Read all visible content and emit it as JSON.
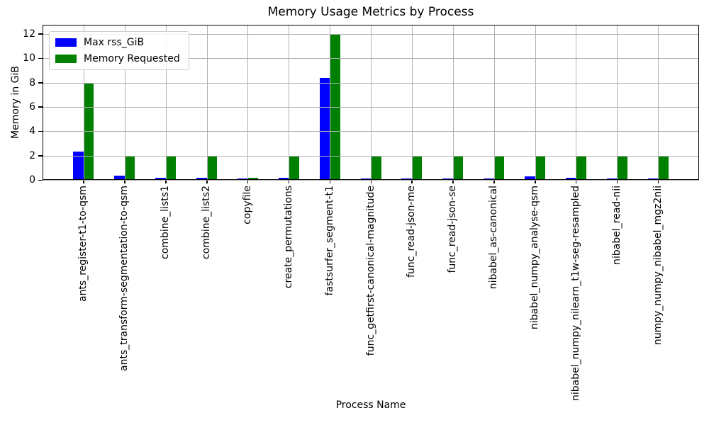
{
  "chart_data": {
    "type": "bar",
    "title": "Memory Usage Metrics by Process",
    "xlabel": "Process Name",
    "ylabel": "Memory in GiB",
    "categories": [
      "ants_register-t1-to-qsm",
      "ants_transform-segmentation-to-qsm",
      "combine_lists1",
      "combine_lists2",
      "copyfile",
      "create_permutations",
      "fastsurfer_segment-t1",
      "func_getfirst-canonical-magnitude",
      "func_read-json-me",
      "func_read-json-se",
      "nibabel_as-canonical",
      "nibabel_numpy_analyse-qsm",
      "nibabel_numpy_nilearn_t1w-seg-resampled",
      "nibabel_read-nii",
      "numpy_numpy_nibabel_mgz2nii"
    ],
    "series": [
      {
        "name": "Max rss_GiB",
        "color": "#0000ff",
        "values": [
          2.35,
          0.35,
          0.15,
          0.15,
          0.13,
          0.15,
          8.4,
          0.14,
          0.12,
          0.12,
          0.13,
          0.3,
          0.2,
          0.14,
          0.14
        ]
      },
      {
        "name": "Memory Requested",
        "color": "#008000",
        "values": [
          8,
          2,
          2,
          2,
          0.2,
          2,
          12,
          2,
          2,
          2,
          2,
          2,
          2,
          2,
          2
        ]
      }
    ],
    "yticks": [
      0,
      2,
      4,
      6,
      8,
      10,
      12
    ],
    "ylim": [
      0,
      12.75
    ],
    "grid": true,
    "grid_color": "#b0b0b0",
    "legend_position": "upper left",
    "background_color": "#ffffff"
  }
}
